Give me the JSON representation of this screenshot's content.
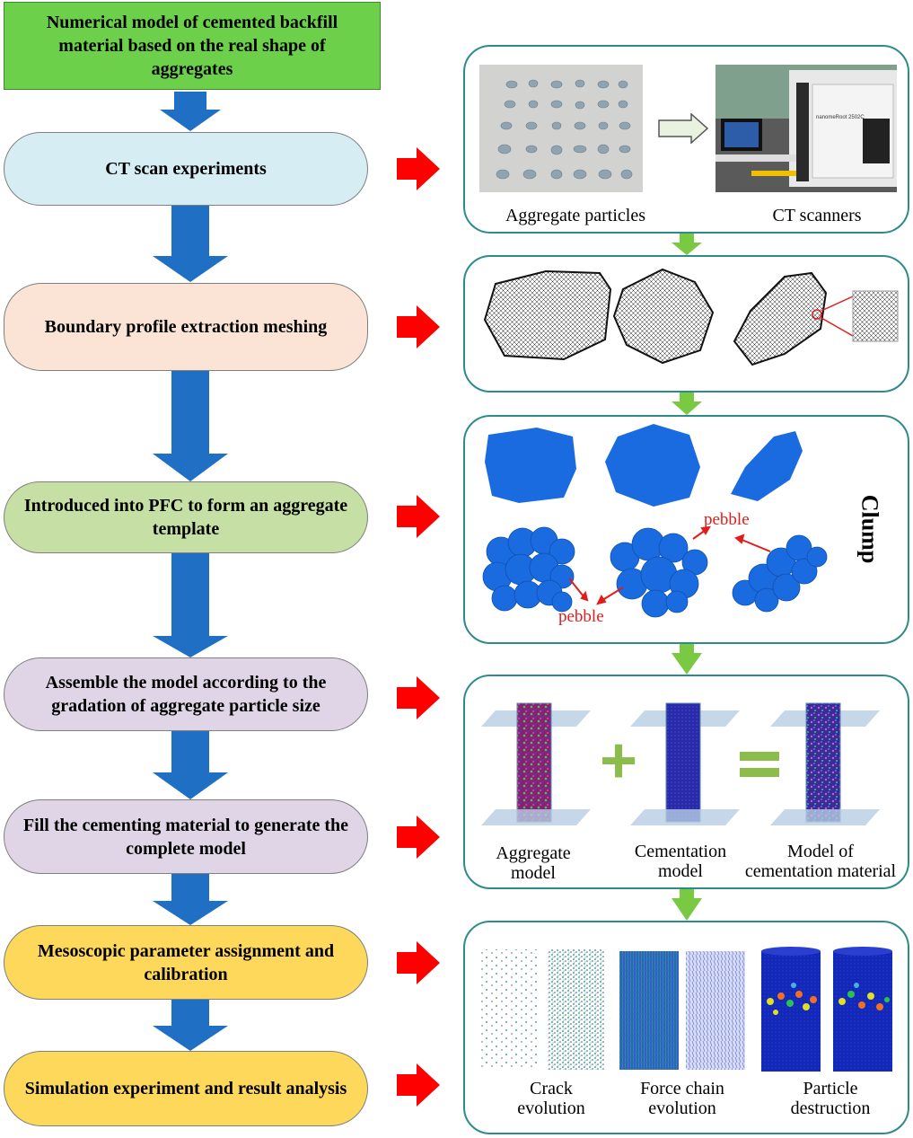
{
  "title": "Numerical model of cemented backfill material based on the real shape of aggregates",
  "steps": [
    {
      "label": "CT scan experiments",
      "color": "#d5edf3"
    },
    {
      "label": "Boundary profile extraction meshing",
      "color": "#fbe4d5"
    },
    {
      "label": "Introduced into PFC to form an aggregate template",
      "color": "#c5dfa5"
    },
    {
      "label": "Assemble the model according to the gradation of aggregate particle size",
      "color": "#e0d5e6"
    },
    {
      "label": "Fill the cementing material to generate the complete model",
      "color": "#e0d5e6"
    },
    {
      "label": "Mesoscopic parameter assignment and calibration",
      "color": "#fdd85a"
    },
    {
      "label": "Simulation experiment and result analysis",
      "color": "#fdd85a"
    }
  ],
  "panels": {
    "ct": {
      "caption_left": "Aggregate particles",
      "caption_right": "CT scanners",
      "scanner_brand": "nanomeRoot 2502C"
    },
    "clump": {
      "side_label": "Clump",
      "pebble_1": "pebble",
      "pebble_2": "pebble"
    },
    "assembly": {
      "caption_1": "Aggregate model",
      "caption_1a": "Aggregate",
      "caption_1b": "model",
      "caption_2a": "Cementation",
      "caption_2b": "model",
      "caption_3a": "Model of",
      "caption_3b": "cementation material",
      "plus": "+",
      "equals": "="
    },
    "results": {
      "c1a": "Crack",
      "c1b": "evolution",
      "c2a": "Force chain",
      "c2b": "evolution",
      "c3a": "Particle",
      "c3b": "destruction"
    }
  },
  "colors": {
    "flow_arrow": "#1f6fc4",
    "right_arrow": "#ff0000",
    "connector_arrow": "#7ac943",
    "panel_border": "#2e8b8b",
    "title_fill": "#6dd04a",
    "clump_blue": "#1a6be0"
  }
}
